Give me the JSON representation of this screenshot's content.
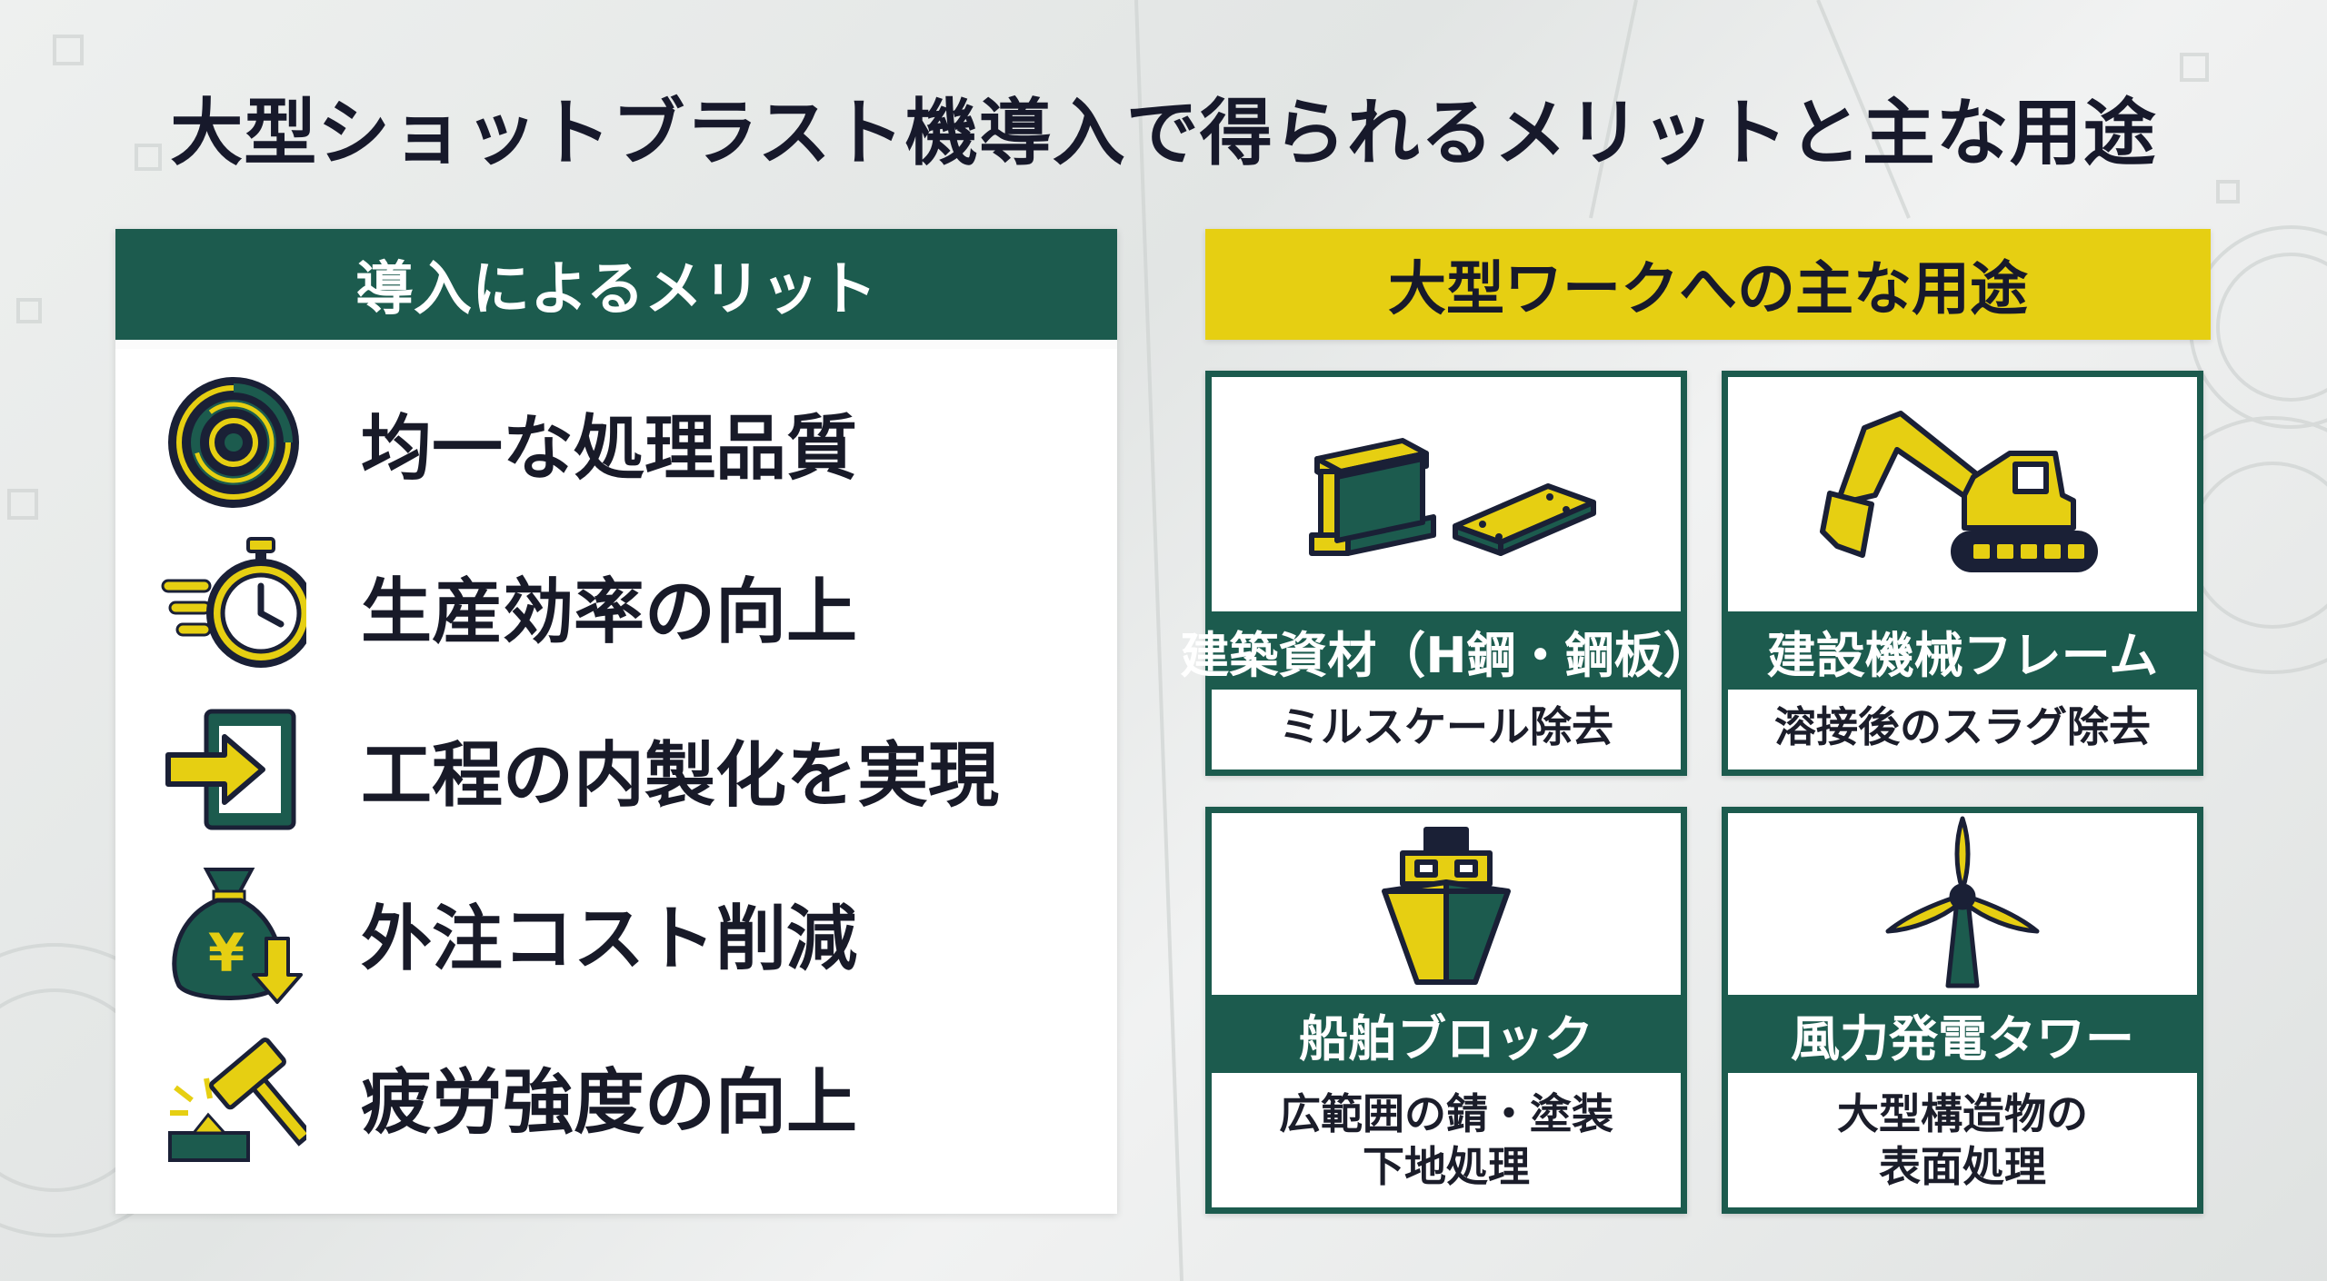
{
  "title": "大型ショットブラスト機導入で得られるメリットと主な用途",
  "merits": {
    "header": "導入によるメリット",
    "items": [
      {
        "label": "均一な処理品質",
        "icon": "target-icon"
      },
      {
        "label": "生産効率の向上",
        "icon": "stopwatch-icon"
      },
      {
        "label": "工程の内製化を実現",
        "icon": "sign-in-icon"
      },
      {
        "label": "外注コスト削減",
        "icon": "yen-money-bag-icon"
      },
      {
        "label": "疲労強度の向上",
        "icon": "hammer-impact-icon"
      }
    ]
  },
  "uses": {
    "header": "大型ワークへの主な用途",
    "cards": [
      {
        "title": "建築資材（H鋼・鋼板）",
        "desc_lines": [
          "ミルスケール除去"
        ],
        "icon": "h-beam-steel-plate-icon"
      },
      {
        "title": "建設機械フレーム",
        "desc_lines": [
          "溶接後のスラグ除去"
        ],
        "icon": "excavator-icon"
      },
      {
        "title": "船舶ブロック",
        "desc_lines": [
          "広範囲の錆・塗装",
          "下地処理"
        ],
        "icon": "ship-icon"
      },
      {
        "title": "風力発電タワー",
        "desc_lines": [
          "大型構造物の",
          "表面処理"
        ],
        "icon": "wind-turbine-icon"
      }
    ]
  },
  "colors": {
    "green": "#1c5b4e",
    "yellow": "#e6cf12",
    "navy": "#1a2036",
    "white": "#ffffff"
  }
}
